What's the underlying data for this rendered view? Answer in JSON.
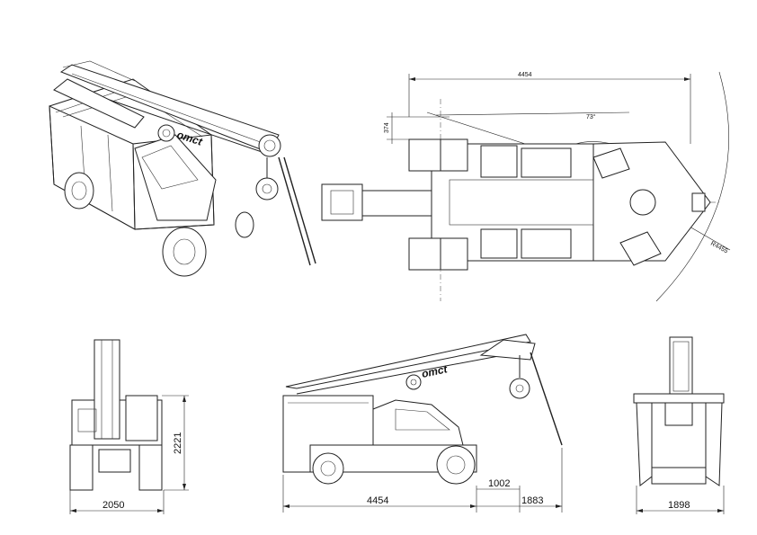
{
  "brand": "omct",
  "top_view": {
    "overall_length": "4454",
    "offset": "374",
    "angle": "73°",
    "radius": "R4455"
  },
  "front_view": {
    "width": "2050",
    "height": "2221"
  },
  "side_view": {
    "length": "4454",
    "overhang": "1002",
    "reach": "1883"
  },
  "rear_view": {
    "width": "1898"
  }
}
